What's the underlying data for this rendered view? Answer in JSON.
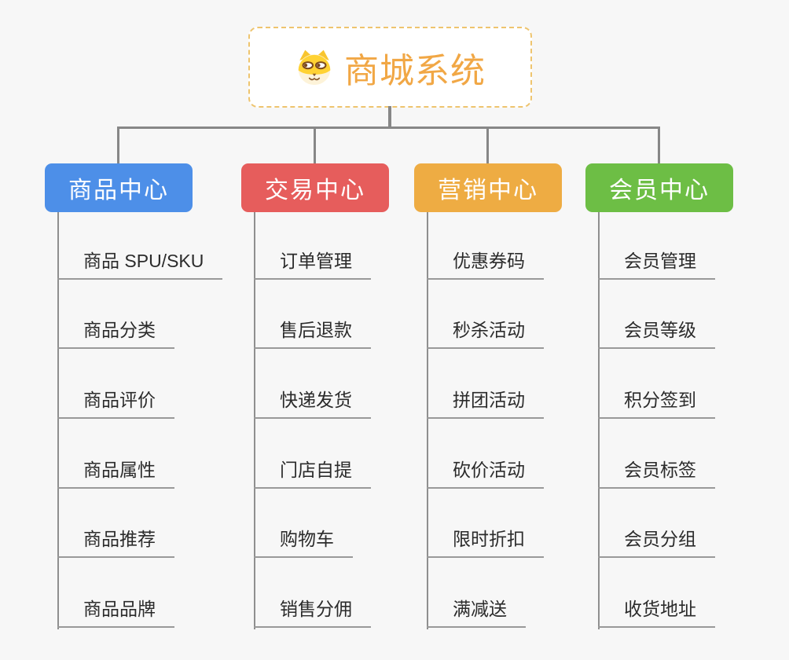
{
  "page": {
    "background": "#f7f7f7",
    "connector_color": "#878787"
  },
  "root": {
    "label": "商城系统",
    "icon": "shiba-dog-icon",
    "text_color": "#f1a745",
    "border_color": "#eec46e",
    "background": "#ffffff"
  },
  "branches": [
    {
      "label": "商品中心",
      "color": "#4d8fe8",
      "children": [
        "商品 SPU/SKU",
        "商品分类",
        "商品评价",
        "商品属性",
        "商品推荐",
        "商品品牌"
      ]
    },
    {
      "label": "交易中心",
      "color": "#e65d5c",
      "children": [
        "订单管理",
        "售后退款",
        "快递发货",
        "门店自提",
        "购物车",
        "销售分佣"
      ]
    },
    {
      "label": "营销中心",
      "color": "#eeac43",
      "children": [
        "优惠券码",
        "秒杀活动",
        "拼团活动",
        "砍价活动",
        "限时折扣",
        "满减送"
      ]
    },
    {
      "label": "会员中心",
      "color": "#6dbe45",
      "children": [
        "会员管理",
        "会员等级",
        "积分签到",
        "会员标签",
        "会员分组",
        "收货地址"
      ]
    }
  ]
}
